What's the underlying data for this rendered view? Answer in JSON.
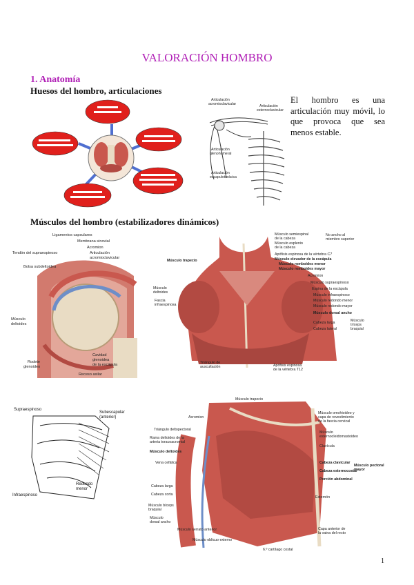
{
  "page": {
    "title": "VALORACIÓN HOMBRO",
    "section": "1. Anatomía",
    "sub1": "Huesos del hombro, articulaciones",
    "paragraph": "El hombro es una articulación muy móvil, lo que provoca que sea menos estable.",
    "sub2": "Músculos del hombro (estabilizadores dinámicos)",
    "page_number": "1"
  },
  "colors": {
    "heading": "#b01fb6",
    "bubble": "#e0201c",
    "muscle": "#c9584e",
    "bone": "#e9dcc4"
  },
  "fig_joints_labels": {
    "a1": "Articulación",
    "a2": "acromioclavicular",
    "b1": "Articulación",
    "b2": "esternoclavicular",
    "c1": "Articulación",
    "c2": "glenohumeral",
    "d1": "Articulación",
    "d2": "escapulotorácica"
  },
  "fig_cross_labels": {
    "l1": "Ligamentos capsulares",
    "l2": "Membrana sinovial",
    "l3": "Acromion",
    "l4": "Tendón del supraespinoso",
    "l5": "Articulación",
    "l6": "acromioclavicular",
    "l7": "Bolsa subdeltoidea",
    "l8": "Músculo",
    "l9": "deltoides",
    "l10": "Cavidad",
    "l11": "glenoidea",
    "l12": "de la escápula",
    "l13": "Rodete",
    "l14": "glenoideo",
    "l15": "Receso axilar"
  },
  "fig_back_labels": {
    "r1": "Músculo semiespinal",
    "r2": "de la cabeza",
    "r3": "Músculo esplenio",
    "r4": "de la cabeza",
    "r5": "Apófisis espinosa de la vértebra C7",
    "r6": "Músculo elevador de la escápula",
    "r7": "Músculo romboides menor",
    "r8": "Músculo romboides mayor",
    "r9": "Acromion",
    "r10": "Músculo supraespinoso",
    "r11": "Espina de la escápula",
    "r12": "Músculo infraespinoso",
    "r13": "Músculo redondo menor",
    "r14": "Músculo redondo mayor",
    "r15": "Músculo dorsal ancho",
    "r16": "Cabeza larga",
    "r17": "Cabeza lateral",
    "n1": "No ancho al",
    "n2": "miembro superior",
    "t1": "Músculo",
    "t2": "tríceps",
    "t3": "braquial",
    "left1": "Músculo trapecio",
    "left2": "Músculo",
    "left3": "deltoides",
    "left4": "Fascia",
    "left5": "infraespinosa",
    "b1": "Triángulo de",
    "b2": "auscultación",
    "b3": "Apófisis espinosa",
    "b4": "de la vértebra T12"
  },
  "fig_rotator_labels": {
    "s1": "Supraespinoso",
    "s2": "Subescapular",
    "s3": "(anterior)",
    "s4": "Infraespinoso",
    "s5": "Redondo",
    "s6": "menor"
  },
  "fig_chest_labels": {
    "c1": "Músculo trapecio",
    "c2": "Acromion",
    "c3": "Triángulo deltopectoral",
    "c4": "Rama deltoides de la",
    "c5": "arteria toracoacromial",
    "c6": "Músculo deltoides",
    "c7": "Vena cefálica",
    "c8": "Cabeza larga",
    "c9": "Cabeza corta",
    "c10": "Músculo bíceps",
    "c11": "braquial",
    "c12": "Músculo",
    "c13": "dorsal ancho",
    "c14": "Músculo serrato anterior",
    "c15": "Músculo oblicuo externo",
    "c16": "6.º cartílago costal",
    "c17": "Músculo omohioideo y",
    "c18": "capa de revestimiento",
    "c19": "de la fascia cervical",
    "c20": "Músculo",
    "c21": "esternocleidomastoideo",
    "c22": "Clavícula",
    "c23": "Cabeza clavicular",
    "c24": "Cabeza esternocostal",
    "c25": "Porción abdominal",
    "c26": "Músculo pectoral",
    "c27": "mayor",
    "c28": "Esternón",
    "c29": "Capa anterior de",
    "c30": "la vaina del recto"
  }
}
